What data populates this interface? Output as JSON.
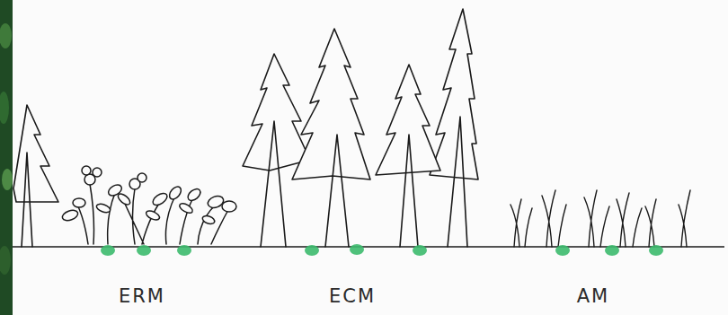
{
  "diagram": {
    "labels": [
      "ERM",
      "ECM",
      "AM"
    ]
  }
}
